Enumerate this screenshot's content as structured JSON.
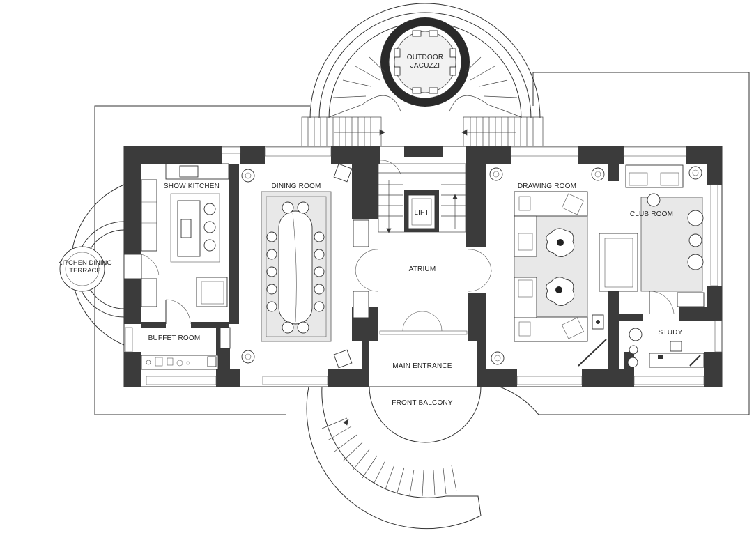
{
  "plan": {
    "rooms": {
      "outdoor_jacuzzi_line1": "OUTDOOR",
      "outdoor_jacuzzi_line2": "JACUZZI",
      "show_kitchen": "SHOW KITCHEN",
      "dining_room": "DINING ROOM",
      "lift": "LIFT",
      "drawing_room": "DRAWING ROOM",
      "club_room": "CLUB ROOM",
      "kitchen_dining_terrace_line1": "KITCHEN DINING",
      "kitchen_dining_terrace_line2": "TERRACE",
      "atrium": "ATRIUM",
      "buffet_room": "BUFFET ROOM",
      "study": "STUDY",
      "main_entrance": "MAIN ENTRANCE",
      "front_balcony": "FRONT BALCONY"
    },
    "colors": {
      "wall": "#3b3b3b",
      "line": "#333333",
      "rug": "#e8e8e8",
      "background": "#ffffff"
    }
  }
}
